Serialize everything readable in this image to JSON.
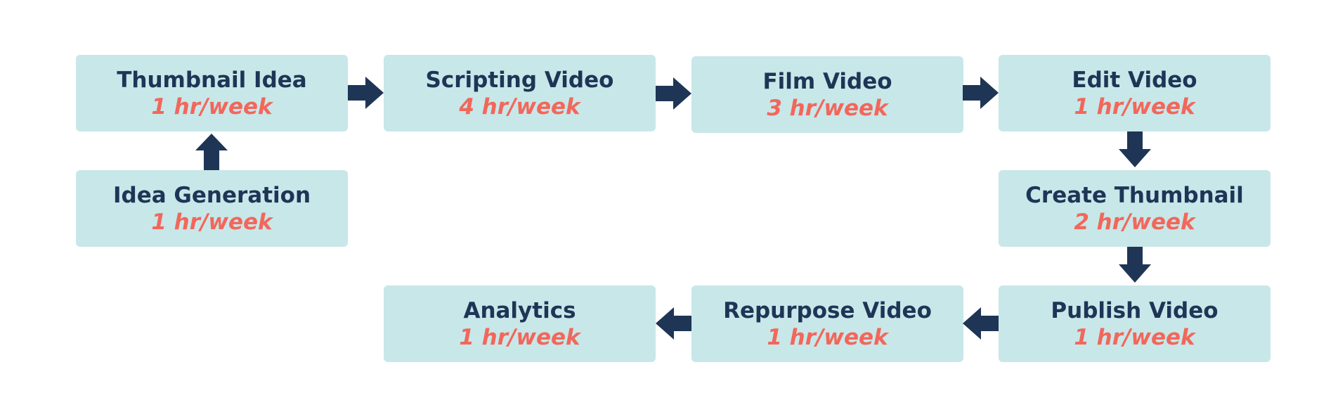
{
  "colors": {
    "box_fill": "#c8e7e9",
    "title_text": "#1e3556",
    "time_text": "#f2675b",
    "arrow": "#1e3556"
  },
  "steps": {
    "thumbnail_idea": {
      "title": "Thumbnail Idea",
      "time": "1 hr/week"
    },
    "scripting_video": {
      "title": "Scripting Video",
      "time": "4 hr/week"
    },
    "film_video": {
      "title": "Film Video",
      "time": "3 hr/week"
    },
    "edit_video": {
      "title": "Edit Video",
      "time": "1 hr/week"
    },
    "idea_generation": {
      "title": "Idea Generation",
      "time": "1 hr/week"
    },
    "create_thumbnail": {
      "title": "Create Thumbnail",
      "time": "2 hr/week"
    },
    "analytics": {
      "title": "Analytics",
      "time": "1 hr/week"
    },
    "repurpose_video": {
      "title": "Repurpose Video",
      "time": "1 hr/week"
    },
    "publish_video": {
      "title": "Publish Video",
      "time": "1 hr/week"
    }
  },
  "flow": [
    {
      "from": "idea_generation",
      "to": "thumbnail_idea",
      "direction": "up"
    },
    {
      "from": "thumbnail_idea",
      "to": "scripting_video",
      "direction": "right"
    },
    {
      "from": "scripting_video",
      "to": "film_video",
      "direction": "right"
    },
    {
      "from": "film_video",
      "to": "edit_video",
      "direction": "right"
    },
    {
      "from": "edit_video",
      "to": "create_thumbnail",
      "direction": "down"
    },
    {
      "from": "create_thumbnail",
      "to": "publish_video",
      "direction": "down"
    },
    {
      "from": "publish_video",
      "to": "repurpose_video",
      "direction": "left"
    },
    {
      "from": "repurpose_video",
      "to": "analytics",
      "direction": "left"
    }
  ]
}
